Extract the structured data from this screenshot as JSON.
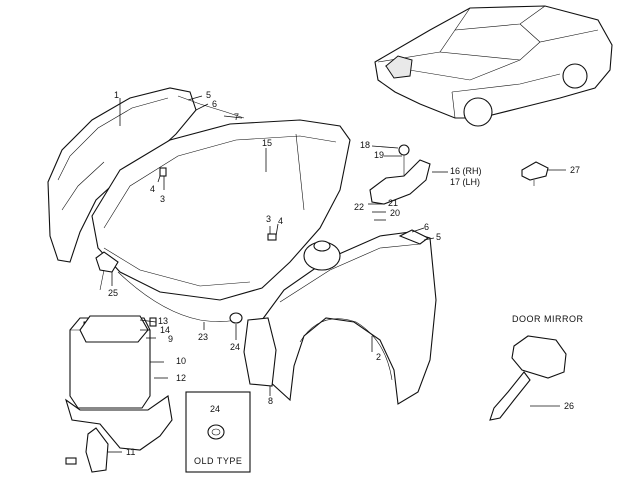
{
  "callouts": {
    "c1": "1",
    "c2": "2",
    "c3": "3",
    "c3b": "3",
    "c4": "4",
    "c4b": "4",
    "c5": "5",
    "c5b": "5",
    "c6": "6",
    "c6b": "6",
    "c7": "7",
    "c8": "8",
    "c9": "9",
    "c10": "10",
    "c11": "11",
    "c12": "12",
    "c13": "13",
    "c14": "14",
    "c15": "15",
    "c16": "16 (RH)",
    "c17": "17 (LH)",
    "c18": "18",
    "c19": "19",
    "c20": "20",
    "c21": "21",
    "c22": "22",
    "c23": "23",
    "c24": "24",
    "c24b": "24",
    "c25": "25",
    "c26": "26",
    "c27": "27"
  },
  "captions": {
    "door_mirror": "DOOR MIRROR",
    "old_type": "OLD TYPE"
  }
}
